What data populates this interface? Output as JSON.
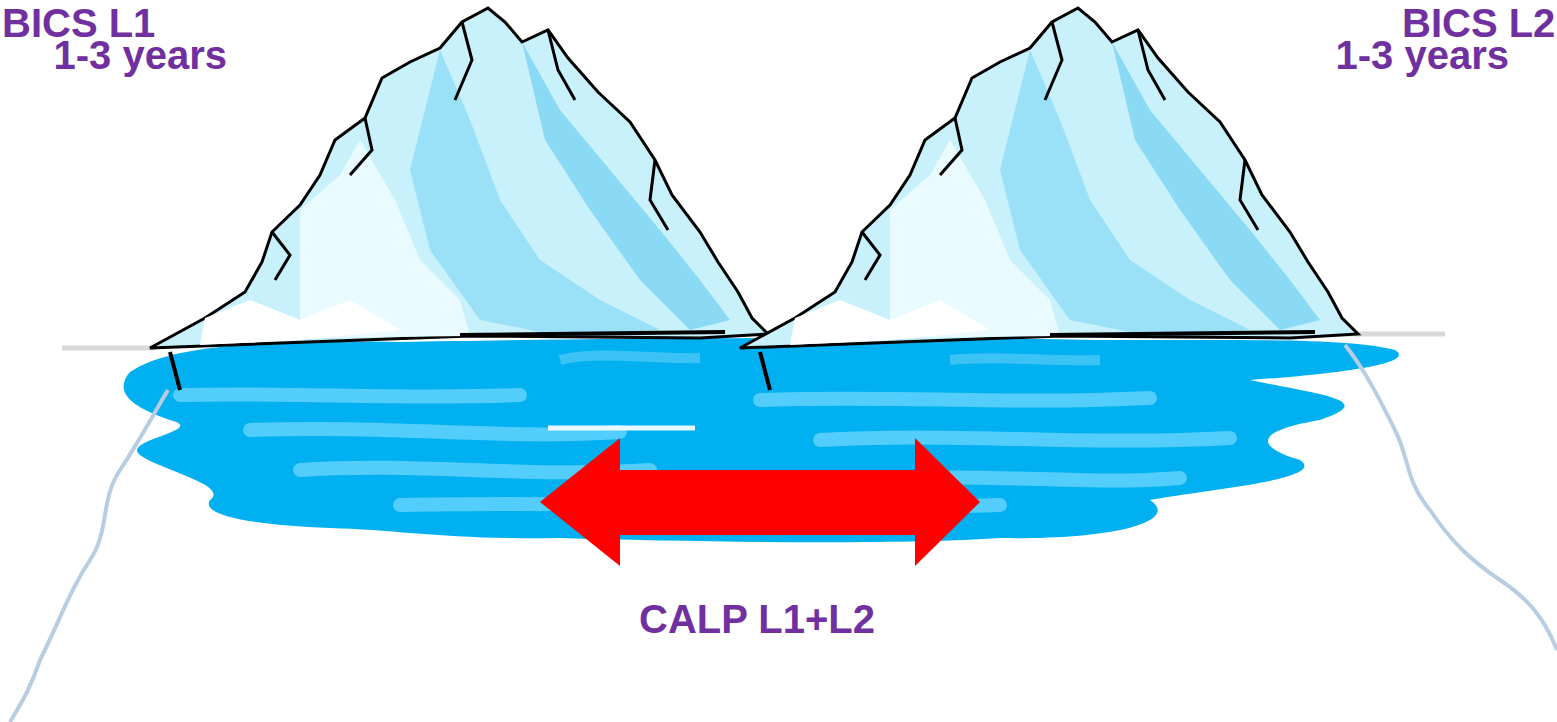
{
  "diagram": {
    "labels": [
      "BICS L1",
      "1-3 years",
      "BICS L2",
      "1-3 years",
      "CALP L1+L2"
    ]
  }
}
